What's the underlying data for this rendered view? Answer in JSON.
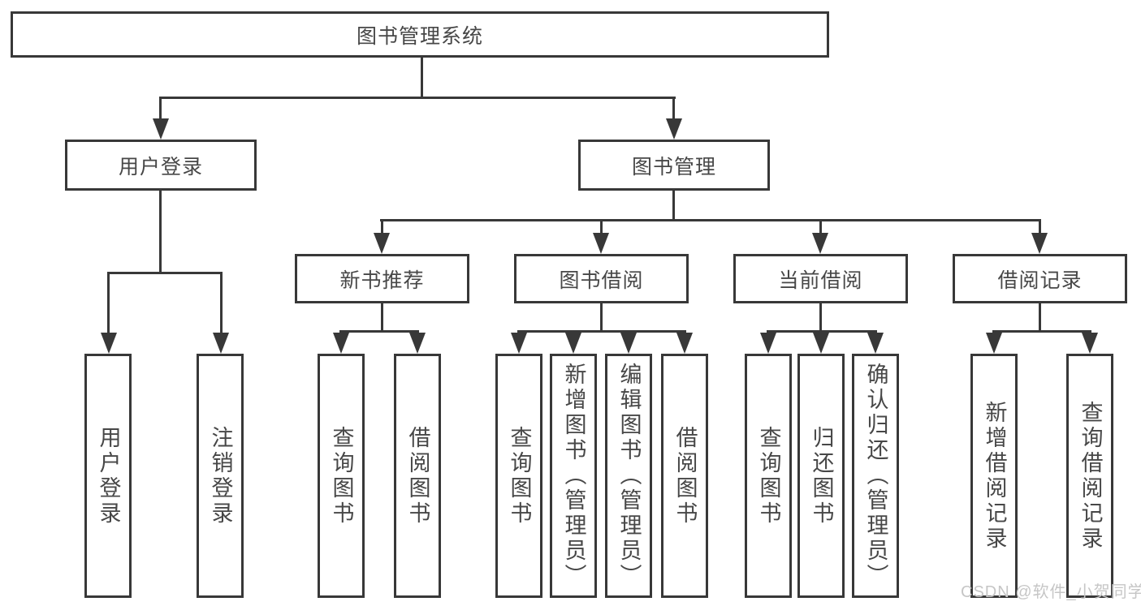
{
  "diagram": {
    "root": {
      "label": "图书管理系统"
    },
    "level2": {
      "user_login": {
        "label": "用户登录"
      },
      "book_mgmt": {
        "label": "图书管理"
      }
    },
    "level3": {
      "new_books": {
        "label": "新书推荐"
      },
      "borrowing": {
        "label": "图书借阅"
      },
      "current": {
        "label": "当前借阅"
      },
      "records": {
        "label": "借阅记录"
      }
    },
    "leaves": {
      "user_login": {
        "label": "用户登录"
      },
      "logout": {
        "label": "注销登录"
      },
      "nb_query": {
        "label": "查询图书"
      },
      "nb_borrow": {
        "label": "借阅图书"
      },
      "bb_query": {
        "label": "查询图书"
      },
      "bb_add": {
        "label": "新增图书（管理员）"
      },
      "bb_edit": {
        "label": "编辑图书（管理员）"
      },
      "bb_borrow": {
        "label": "借阅图书"
      },
      "cb_query": {
        "label": "查询图书"
      },
      "cb_return": {
        "label": "归还图书"
      },
      "cb_confirm": {
        "label": "确认归还（管理员）"
      },
      "br_add": {
        "label": "新增借阅记录"
      },
      "br_query": {
        "label": "查询借阅记录"
      }
    }
  },
  "colors": {
    "line": "#383838",
    "text": "#474747",
    "background": "#ffffff",
    "watermark": "#c6c6c6"
  },
  "watermark": "CSDN @软件_小贺同学"
}
